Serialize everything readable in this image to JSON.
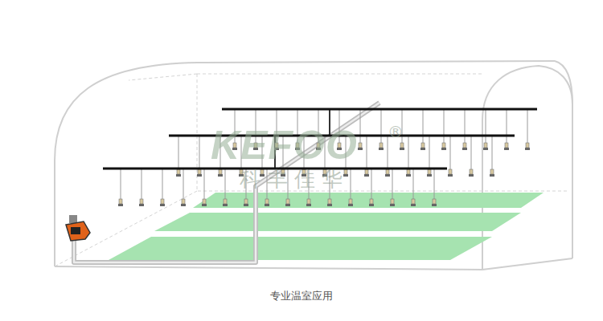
{
  "diagram": {
    "caption": "专业温室应用",
    "labels": [
      "KEFOO",
      "®",
      "科丰佳华"
    ]
  }
}
